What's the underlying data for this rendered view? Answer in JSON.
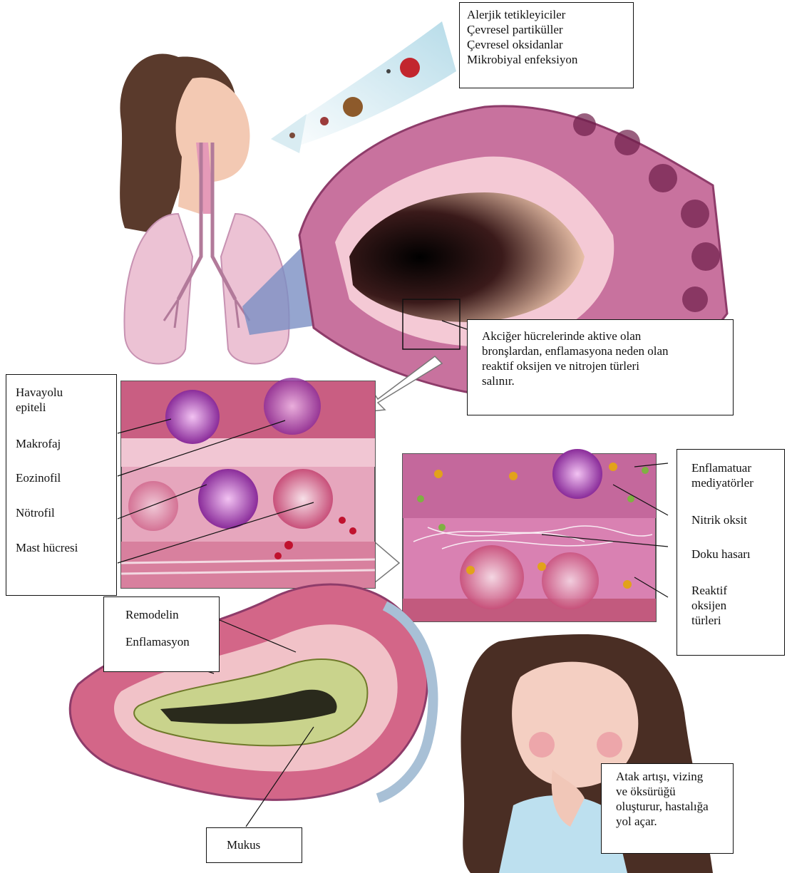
{
  "triggers": {
    "items": [
      "Alerjik tetikleyiciler",
      "Çevresel partiküller",
      "Çevresel oksidanlar",
      "Mikrobiyal enfeksiyon"
    ]
  },
  "activation_note": {
    "lines": [
      "Akciğer hücrelerinde aktive olan",
      "bronşlardan, enflamasyona neden olan",
      "reaktif oksijen ve nitrojen türleri",
      "salınır."
    ]
  },
  "cell_labels": {
    "airway_epithelium": [
      "Havayolu",
      "epiteli"
    ],
    "macrophage": "Makrofaj",
    "eosinophil": "Eozinofil",
    "neutrophil": "Nötrofil",
    "mast_cell": "Mast hücresi"
  },
  "damage_labels": {
    "inflammatory_mediators": [
      "Enflamatuar",
      "mediyatörler"
    ],
    "nitric_oxide": "Nitrik oksit",
    "tissue_damage": "Doku hasarı",
    "reactive_oxygen": [
      "Reaktif",
      "oksijen",
      "türleri"
    ]
  },
  "airway_labels": {
    "remodeling": "Remodelin",
    "inflammation": "Enflamasyon",
    "mucus": "Mukus"
  },
  "outcome_note": {
    "lines": [
      "Atak artışı, vizing",
      "ve öksürüğü",
      "oluşturur, hastalığa",
      "yol açar."
    ]
  }
}
